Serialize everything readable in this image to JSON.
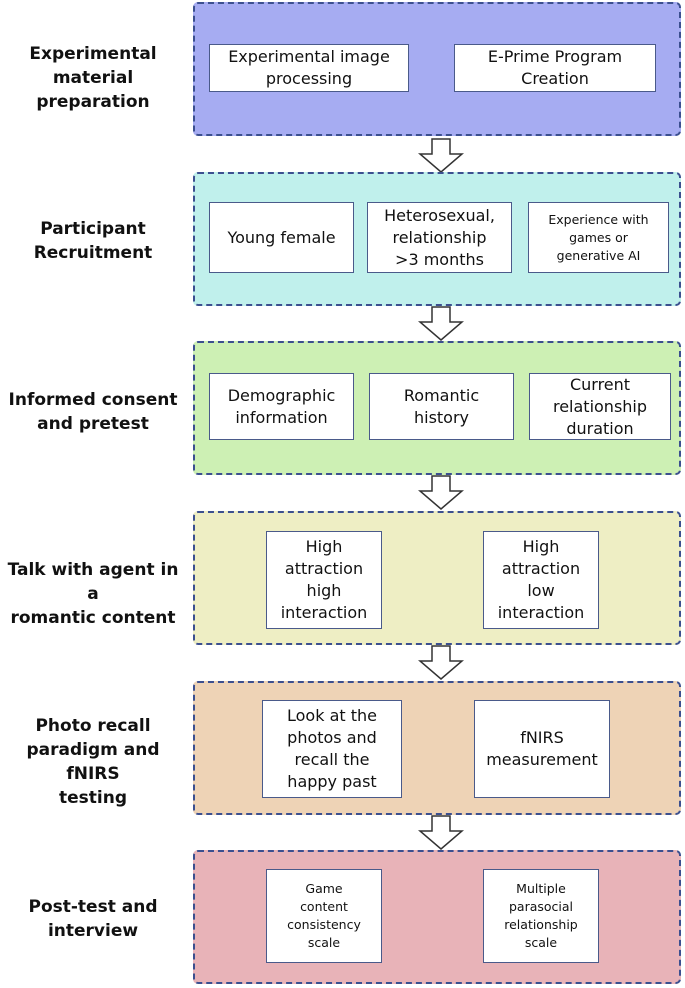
{
  "colors": {
    "stage1": "#a6acf2",
    "stage2": "#c0f0ec",
    "stage3": "#cdf0b4",
    "stage4": "#eeeec4",
    "stage5": "#eed3b6",
    "stage6": "#e8b3b8",
    "border": "#3b4f8f"
  },
  "stages": [
    {
      "label": [
        "Experimental",
        "material",
        "preparation"
      ],
      "items": [
        [
          "Experimental image",
          "processing"
        ],
        [
          "E-Prime Program",
          "Creation"
        ]
      ]
    },
    {
      "label": [
        "Participant",
        "Recruitment"
      ],
      "items": [
        [
          "Young female"
        ],
        [
          "Heterosexual,",
          "relationship",
          ">3 months"
        ],
        [
          "Experience with",
          "games or",
          "generative AI"
        ]
      ]
    },
    {
      "label": [
        "Informed consent",
        "and pretest"
      ],
      "items": [
        [
          "Demographic",
          "information"
        ],
        [
          "Romantic",
          "history"
        ],
        [
          "Current",
          "relationship",
          "duration"
        ]
      ]
    },
    {
      "label": [
        "Talk with agent in a",
        "romantic content"
      ],
      "items": [
        [
          "High",
          "attraction",
          "high",
          "interaction"
        ],
        [
          "High",
          "attraction",
          "low",
          "interaction"
        ]
      ]
    },
    {
      "label": [
        "Photo recall",
        "paradigm and fNIRS",
        "testing"
      ],
      "items": [
        [
          "Look at the",
          "photos and",
          "recall the",
          "happy past"
        ],
        [
          "fNIRS",
          "measurement"
        ]
      ]
    },
    {
      "label": [
        "Post-test and",
        "interview"
      ],
      "items": [
        [
          "Game",
          "content",
          "consistency",
          "scale"
        ],
        [
          "Multiple",
          "parasocial",
          "relationship",
          "scale"
        ]
      ]
    }
  ]
}
